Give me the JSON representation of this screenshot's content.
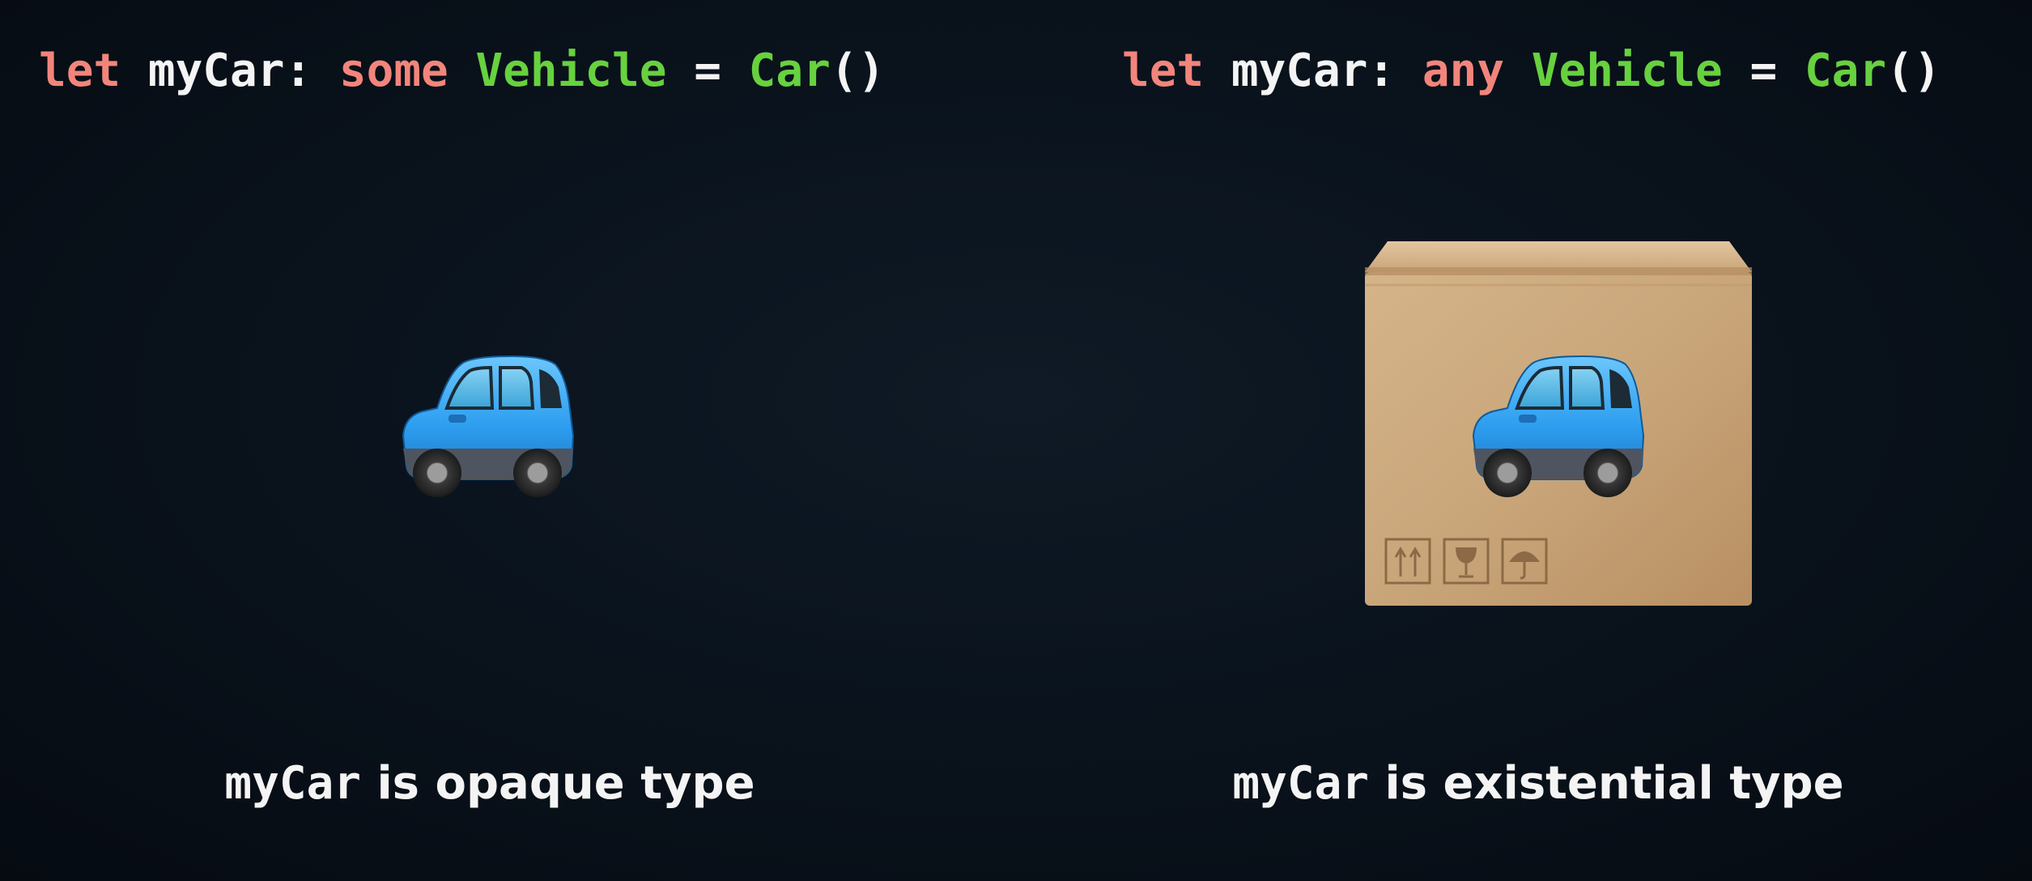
{
  "left": {
    "code": {
      "kw_let": "let",
      "name": "myCar",
      "colon": ":",
      "kw_mod": "some",
      "type": "Vehicle",
      "equals": "=",
      "ctor": "Car",
      "parens": "()"
    },
    "caption": {
      "code": "myCar",
      "text": "is opaque type"
    },
    "illustration": "car-emoji"
  },
  "right": {
    "code": {
      "kw_let": "let",
      "name": "myCar",
      "colon": ":",
      "kw_mod": "any",
      "type": "Vehicle",
      "equals": "=",
      "ctor": "Car",
      "parens": "()"
    },
    "caption": {
      "code": "myCar",
      "text": "is existential type"
    },
    "illustration": "car-in-cardboard-box",
    "box_symbols": [
      "this-side-up-icon",
      "fragile-glass-icon",
      "keep-dry-umbrella-icon"
    ]
  },
  "colors": {
    "keyword": "#f2857b",
    "identifier": "#f4f4f4",
    "type": "#67d13f",
    "background": "#08111a",
    "car_body": "#3fa7ee",
    "box": "#c9a67a"
  }
}
